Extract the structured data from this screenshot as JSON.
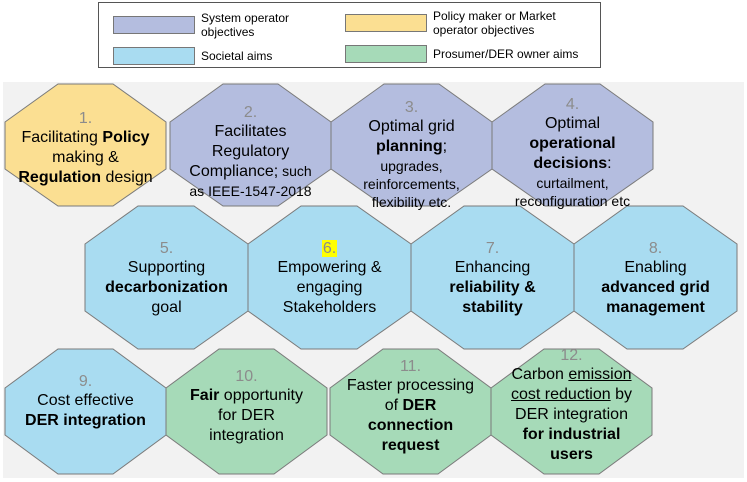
{
  "colors": {
    "system_operator": "#b4bddf",
    "policy_maker": "#fbdf92",
    "societal": "#a9dcf1",
    "prosumer": "#a6dab8",
    "panel": "#f2f2f2"
  },
  "legend": {
    "system_operator": "System operator objectives",
    "policy_maker": "Policy maker or Market operator objectives",
    "societal": "Societal aims",
    "prosumer": "Prosumer/DER owner aims"
  },
  "hex": {
    "h1": {
      "num": "1.",
      "a": "Facilitating ",
      "b": "Policy",
      "c": "making &",
      "d": "Regulation",
      "e": " design"
    },
    "h2": {
      "num": "2.",
      "a": "Facilitates",
      "b": "Regulatory",
      "c": "Compliance;",
      "d": " such",
      "e": "as IEEE-1547-2018"
    },
    "h3": {
      "num": "3.",
      "a": "Optimal grid",
      "b": "planning",
      "c": ";",
      "d": "upgrades,",
      "e": "reinforcements,",
      "f": "flexibility etc."
    },
    "h4": {
      "num": "4.",
      "a": "Optimal",
      "b": "operational",
      "c": "decisions",
      "d": ":",
      "e": "curtailment,",
      "f": "reconfiguration etc"
    },
    "h5": {
      "num": "5.",
      "a": "Supporting",
      "b": "decarbonization",
      "c": "goal"
    },
    "h6": {
      "num": "6.",
      "a": "Empowering &",
      "b": "engaging",
      "c": "Stakeholders"
    },
    "h7": {
      "num": "7.",
      "a": "Enhancing",
      "b": "reliability &",
      "c": "stability"
    },
    "h8": {
      "num": "8.",
      "a": "Enabling",
      "b": "advanced grid",
      "c": "management"
    },
    "h9": {
      "num": "9.",
      "a": "Cost effective",
      "b": "DER integration"
    },
    "h10": {
      "num": "10.",
      "a": "Fair",
      "b": " opportunity",
      "c": "for DER",
      "d": "integration"
    },
    "h11": {
      "num": "11.",
      "a": "Faster processing",
      "b": "of ",
      "c": "DER",
      "d": "connection",
      "e": "request"
    },
    "h12": {
      "num": "12.",
      "a": "Carbon ",
      "b": "emission",
      "c": "cost reduction",
      "d": " by",
      "e": "DER integration",
      "f": "for ",
      "g": "industrial",
      "h": "users"
    }
  }
}
